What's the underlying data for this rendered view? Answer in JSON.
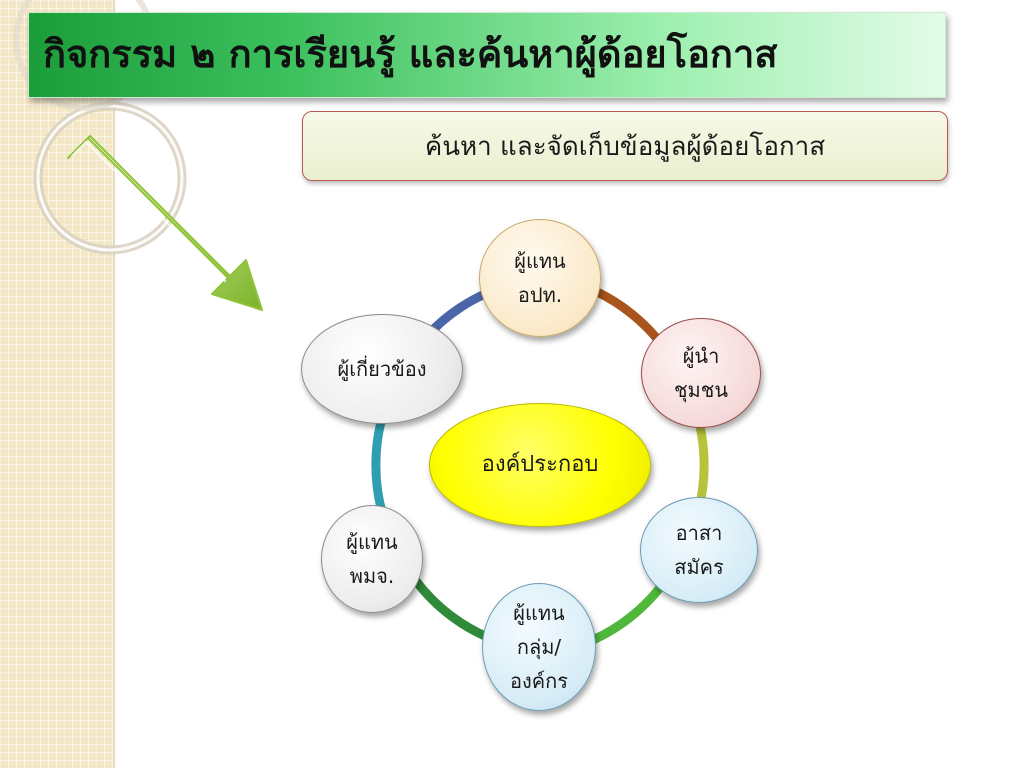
{
  "slide": {
    "title": "กิจกรรม ๒ การเรียนรู้ และค้นหาผู้ด้อยโอกาส",
    "subtitle": "ค้นหา และจัดเก็บข้อมูลผู้ด้อยโอกาส"
  },
  "diagram": {
    "center": "องค์ประกอบ",
    "nodes": {
      "top": [
        "ผู้แทน",
        "อปท."
      ],
      "right": [
        "ผู้นำ",
        "ชุมชน"
      ],
      "right_lower": [
        "อาสา",
        "สมัคร"
      ],
      "bottom": [
        "ผู้แทน",
        "กลุ่ม/",
        "องค์กร"
      ],
      "left_lower": [
        "ผู้แทน",
        "พมจ."
      ],
      "left": [
        "ผู้เกี่ยวข้อง"
      ]
    }
  },
  "colors": {
    "title_green": "#1b9d3a",
    "subtitle_border": "#b85a54",
    "center_fill": "#ffff00",
    "arrow_green": "#8fc33a",
    "ring_blue": "#4a66a8",
    "ring_brown": "#a8541c",
    "ring_olive": "#b5c43a",
    "ring_teal": "#2e9fb0",
    "ring_green": "#2f8a3a",
    "ring_lime": "#4fb83a"
  },
  "icons": [
    "decorative-circle-icon",
    "down-right-arrow-icon"
  ]
}
